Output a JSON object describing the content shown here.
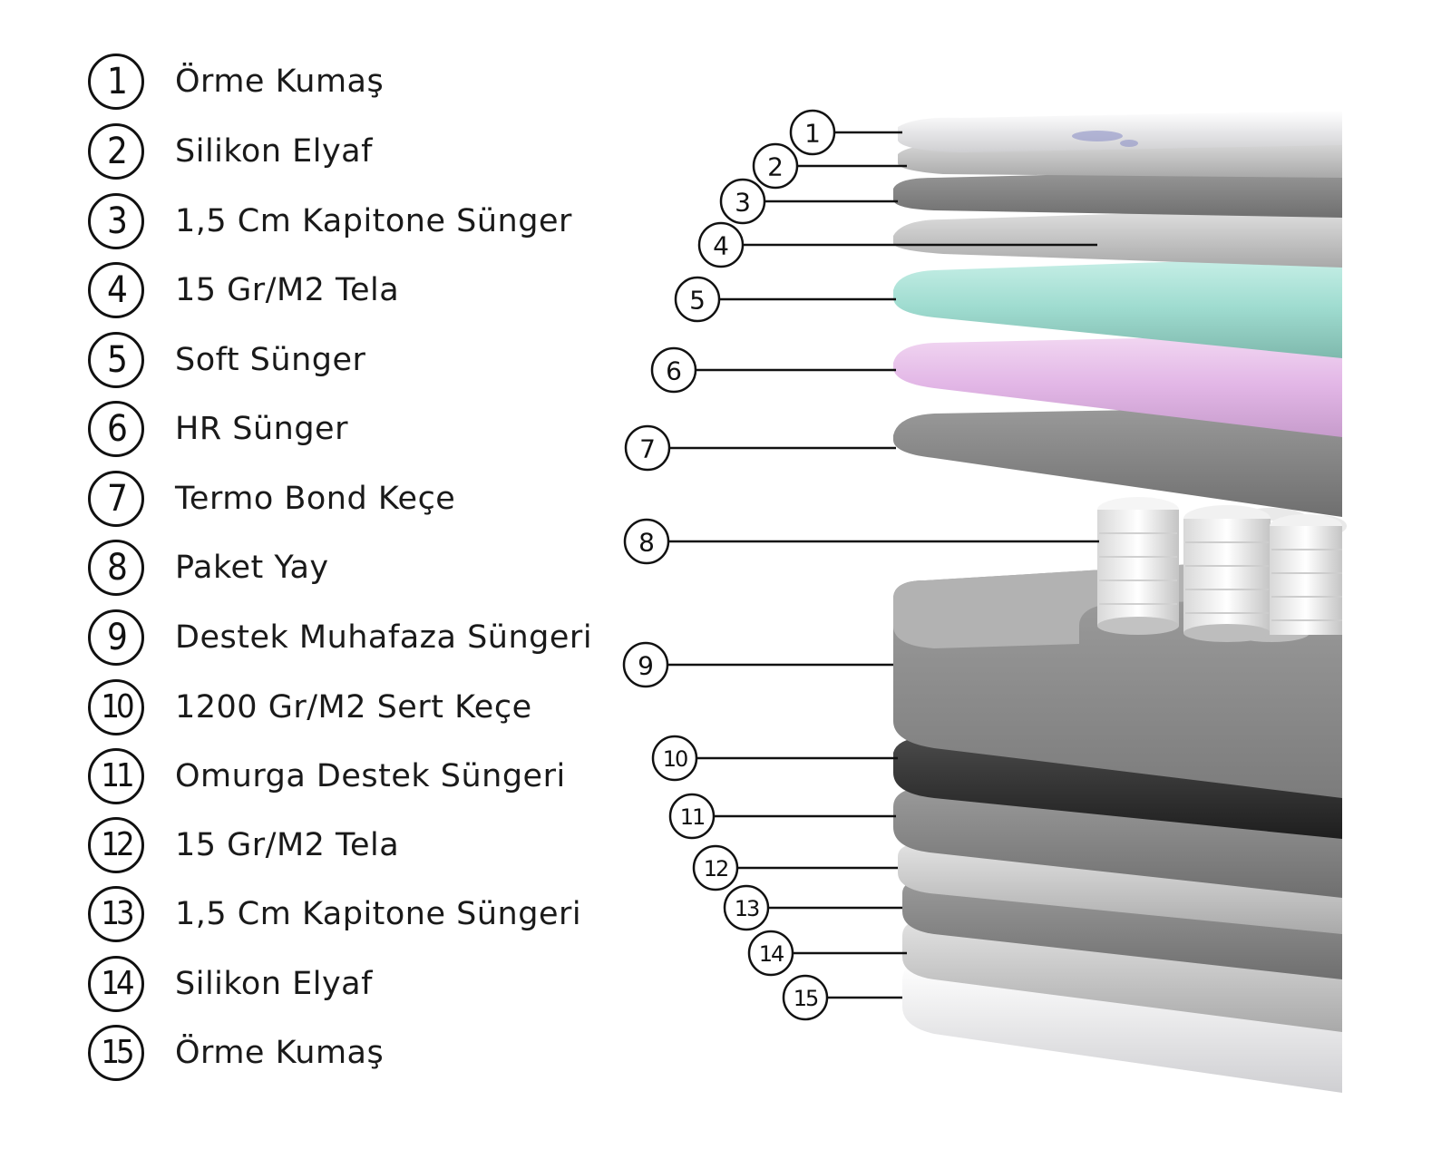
{
  "layers": [
    {
      "number": "1",
      "label": "Örme Kumaş"
    },
    {
      "number": "2",
      "label": "Silikon Elyaf"
    },
    {
      "number": "3",
      "label": "1,5 Cm Kapitone Sünger"
    },
    {
      "number": "4",
      "label": "15 Gr/M2 Tela"
    },
    {
      "number": "5",
      "label": "Soft Sünger"
    },
    {
      "number": "6",
      "label": "HR Sünger"
    },
    {
      "number": "7",
      "label": "Termo Bond Keçe"
    },
    {
      "number": "8",
      "label": "Paket Yay"
    },
    {
      "number": "9",
      "label": "Destek Muhafaza Süngeri"
    },
    {
      "number": "10",
      "label": "1200 Gr/M2 Sert Keçe"
    },
    {
      "number": "11",
      "label": "Omurga Destek Süngeri"
    },
    {
      "number": "12",
      "label": "15 Gr/M2 Tela"
    },
    {
      "number": "13",
      "label": "1,5 Cm Kapitone Süngeri"
    },
    {
      "number": "14",
      "label": "Silikon Elyaf"
    },
    {
      "number": "15",
      "label": "Örme Kumaş"
    }
  ],
  "colors": {
    "soft_foam": "#9fdcd0",
    "hr_foam": "#e2b6e6",
    "felt": "#7e7e7e",
    "hard_felt": "#2b2b2b",
    "support_foam": "#8a8a8a",
    "fabric": "#e8e8ea"
  }
}
